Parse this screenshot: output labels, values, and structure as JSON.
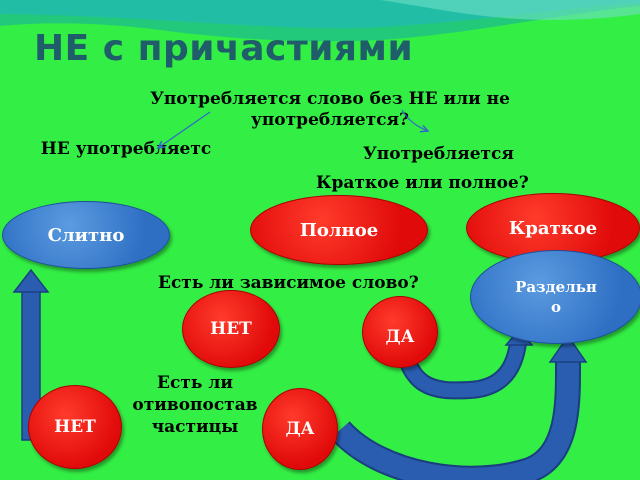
{
  "title": "НЕ с причастиями",
  "question_usage": "Употребляется слово без НЕ или не употребляется?",
  "not_used": "НЕ употребляетс",
  "used": "Употребляется",
  "question_form": "Краткое или полное?",
  "question_dependent": "Есть ли зависимое слово?",
  "question_contrast_line1": "Есть ли",
  "question_contrast_line2": "отивопостав",
  "question_contrast_line3": "частицы",
  "nodes": {
    "together": "Слитно",
    "full": "Полное",
    "short": "Краткое",
    "separate_line1": "Раздельн",
    "separate_line2": "о",
    "no_dep": "НЕТ",
    "yes_dep": "ДА",
    "no_contrast": "НЕТ",
    "yes_contrast": "ДА"
  },
  "colors": {
    "background": "#33ee44",
    "title": "#1f5d6b",
    "blue_node": "#2e6fc4",
    "red_node": "#e00a0a",
    "arrow": "#2a5db0"
  }
}
